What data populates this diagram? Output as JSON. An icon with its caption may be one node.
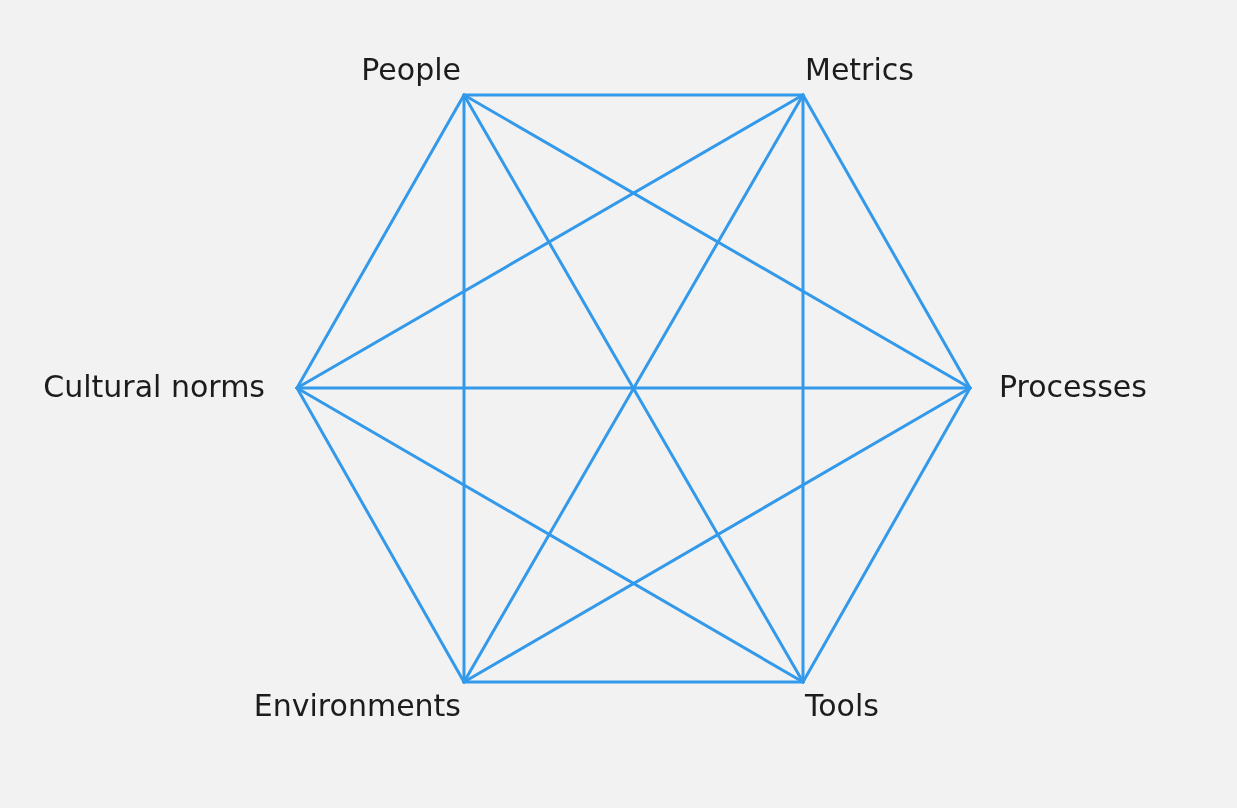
{
  "diagram": {
    "nodes": [
      {
        "text": [
          "People"
        ]
      },
      {
        "text": [
          "Metrics"
        ]
      },
      {
        "text": [
          "Cultural norms"
        ]
      },
      {
        "text": [
          "Processes"
        ]
      },
      {
        "text": [
          "Environments"
        ]
      },
      {
        "text": [
          "Tools"
        ]
      }
    ],
    "edges": [
      {
        "from": 0,
        "to": 1,
        "arrow": "none"
      },
      {
        "from": 0,
        "to": 2,
        "arrow": "none"
      },
      {
        "from": 0,
        "to": 3,
        "arrow": "none"
      },
      {
        "from": 0,
        "to": 4,
        "arrow": "none"
      },
      {
        "from": 0,
        "to": 5,
        "arrow": "none"
      },
      {
        "from": 1,
        "to": 2,
        "arrow": "none"
      },
      {
        "from": 1,
        "to": 3,
        "arrow": "none"
      },
      {
        "from": 1,
        "to": 4,
        "arrow": "none"
      },
      {
        "from": 1,
        "to": 5,
        "arrow": "none"
      },
      {
        "from": 2,
        "to": 3,
        "arrow": "none"
      },
      {
        "from": 2,
        "to": 4,
        "arrow": "none"
      },
      {
        "from": 2,
        "to": 5,
        "arrow": "none"
      },
      {
        "from": 3,
        "to": 4,
        "arrow": "none"
      },
      {
        "from": 3,
        "to": 5,
        "arrow": "none"
      },
      {
        "from": 4,
        "to": 5,
        "arrow": "none"
      }
    ]
  }
}
